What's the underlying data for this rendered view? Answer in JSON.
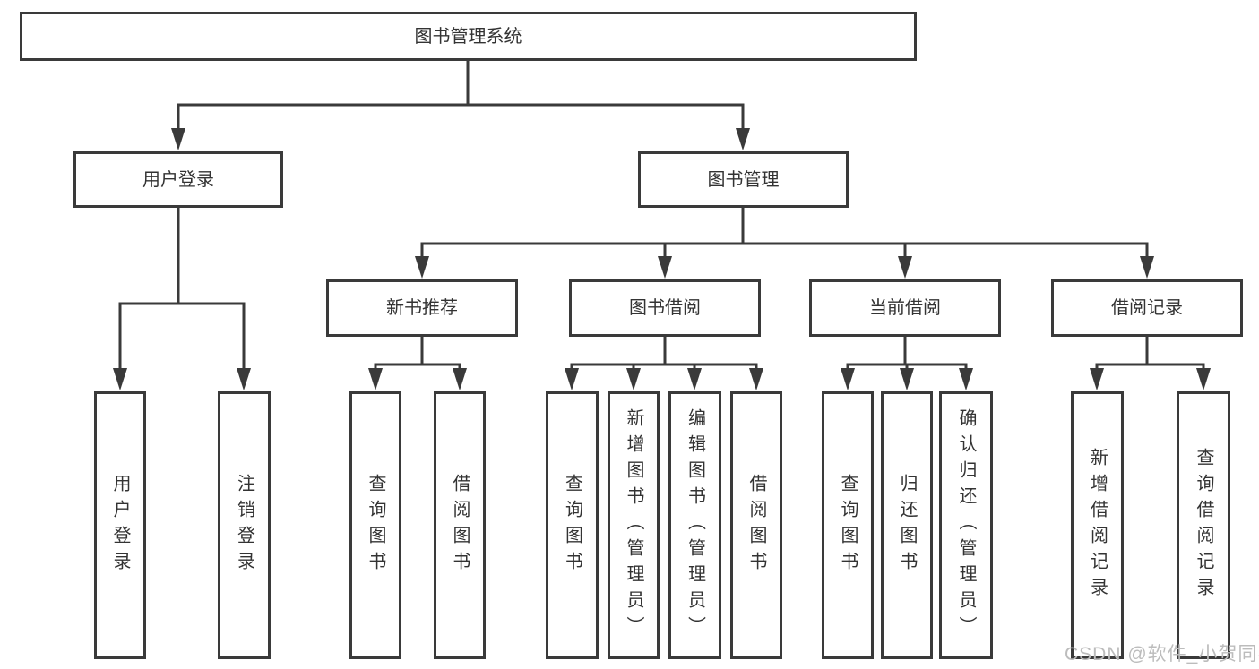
{
  "tree": {
    "label": "图书管理系统",
    "children": [
      {
        "label": "用户登录",
        "children": [
          {
            "label": "用户登录"
          },
          {
            "label": "注销登录"
          }
        ]
      },
      {
        "label": "图书管理",
        "children": [
          {
            "label": "新书推荐",
            "children": [
              {
                "label": "查询图书"
              },
              {
                "label": "借阅图书"
              }
            ]
          },
          {
            "label": "图书借阅",
            "children": [
              {
                "label": "查询图书"
              },
              {
                "label": "新增图书（管理员）"
              },
              {
                "label": "编辑图书（管理员）"
              },
              {
                "label": "借阅图书"
              }
            ]
          },
          {
            "label": "当前借阅",
            "children": [
              {
                "label": "查询图书"
              },
              {
                "label": "归还图书"
              },
              {
                "label": "确认归还（管理员）"
              }
            ]
          },
          {
            "label": "借阅记录",
            "children": [
              {
                "label": "新增借阅记录"
              },
              {
                "label": "查询借阅记录"
              }
            ]
          }
        ]
      }
    ]
  },
  "watermark": {
    "text": "CSDN @软件_小贺同学"
  },
  "colors": {
    "line": "#3a3a3a",
    "text": "#333333",
    "box_background": "#ffffff",
    "watermark": "#bcbcbc"
  }
}
